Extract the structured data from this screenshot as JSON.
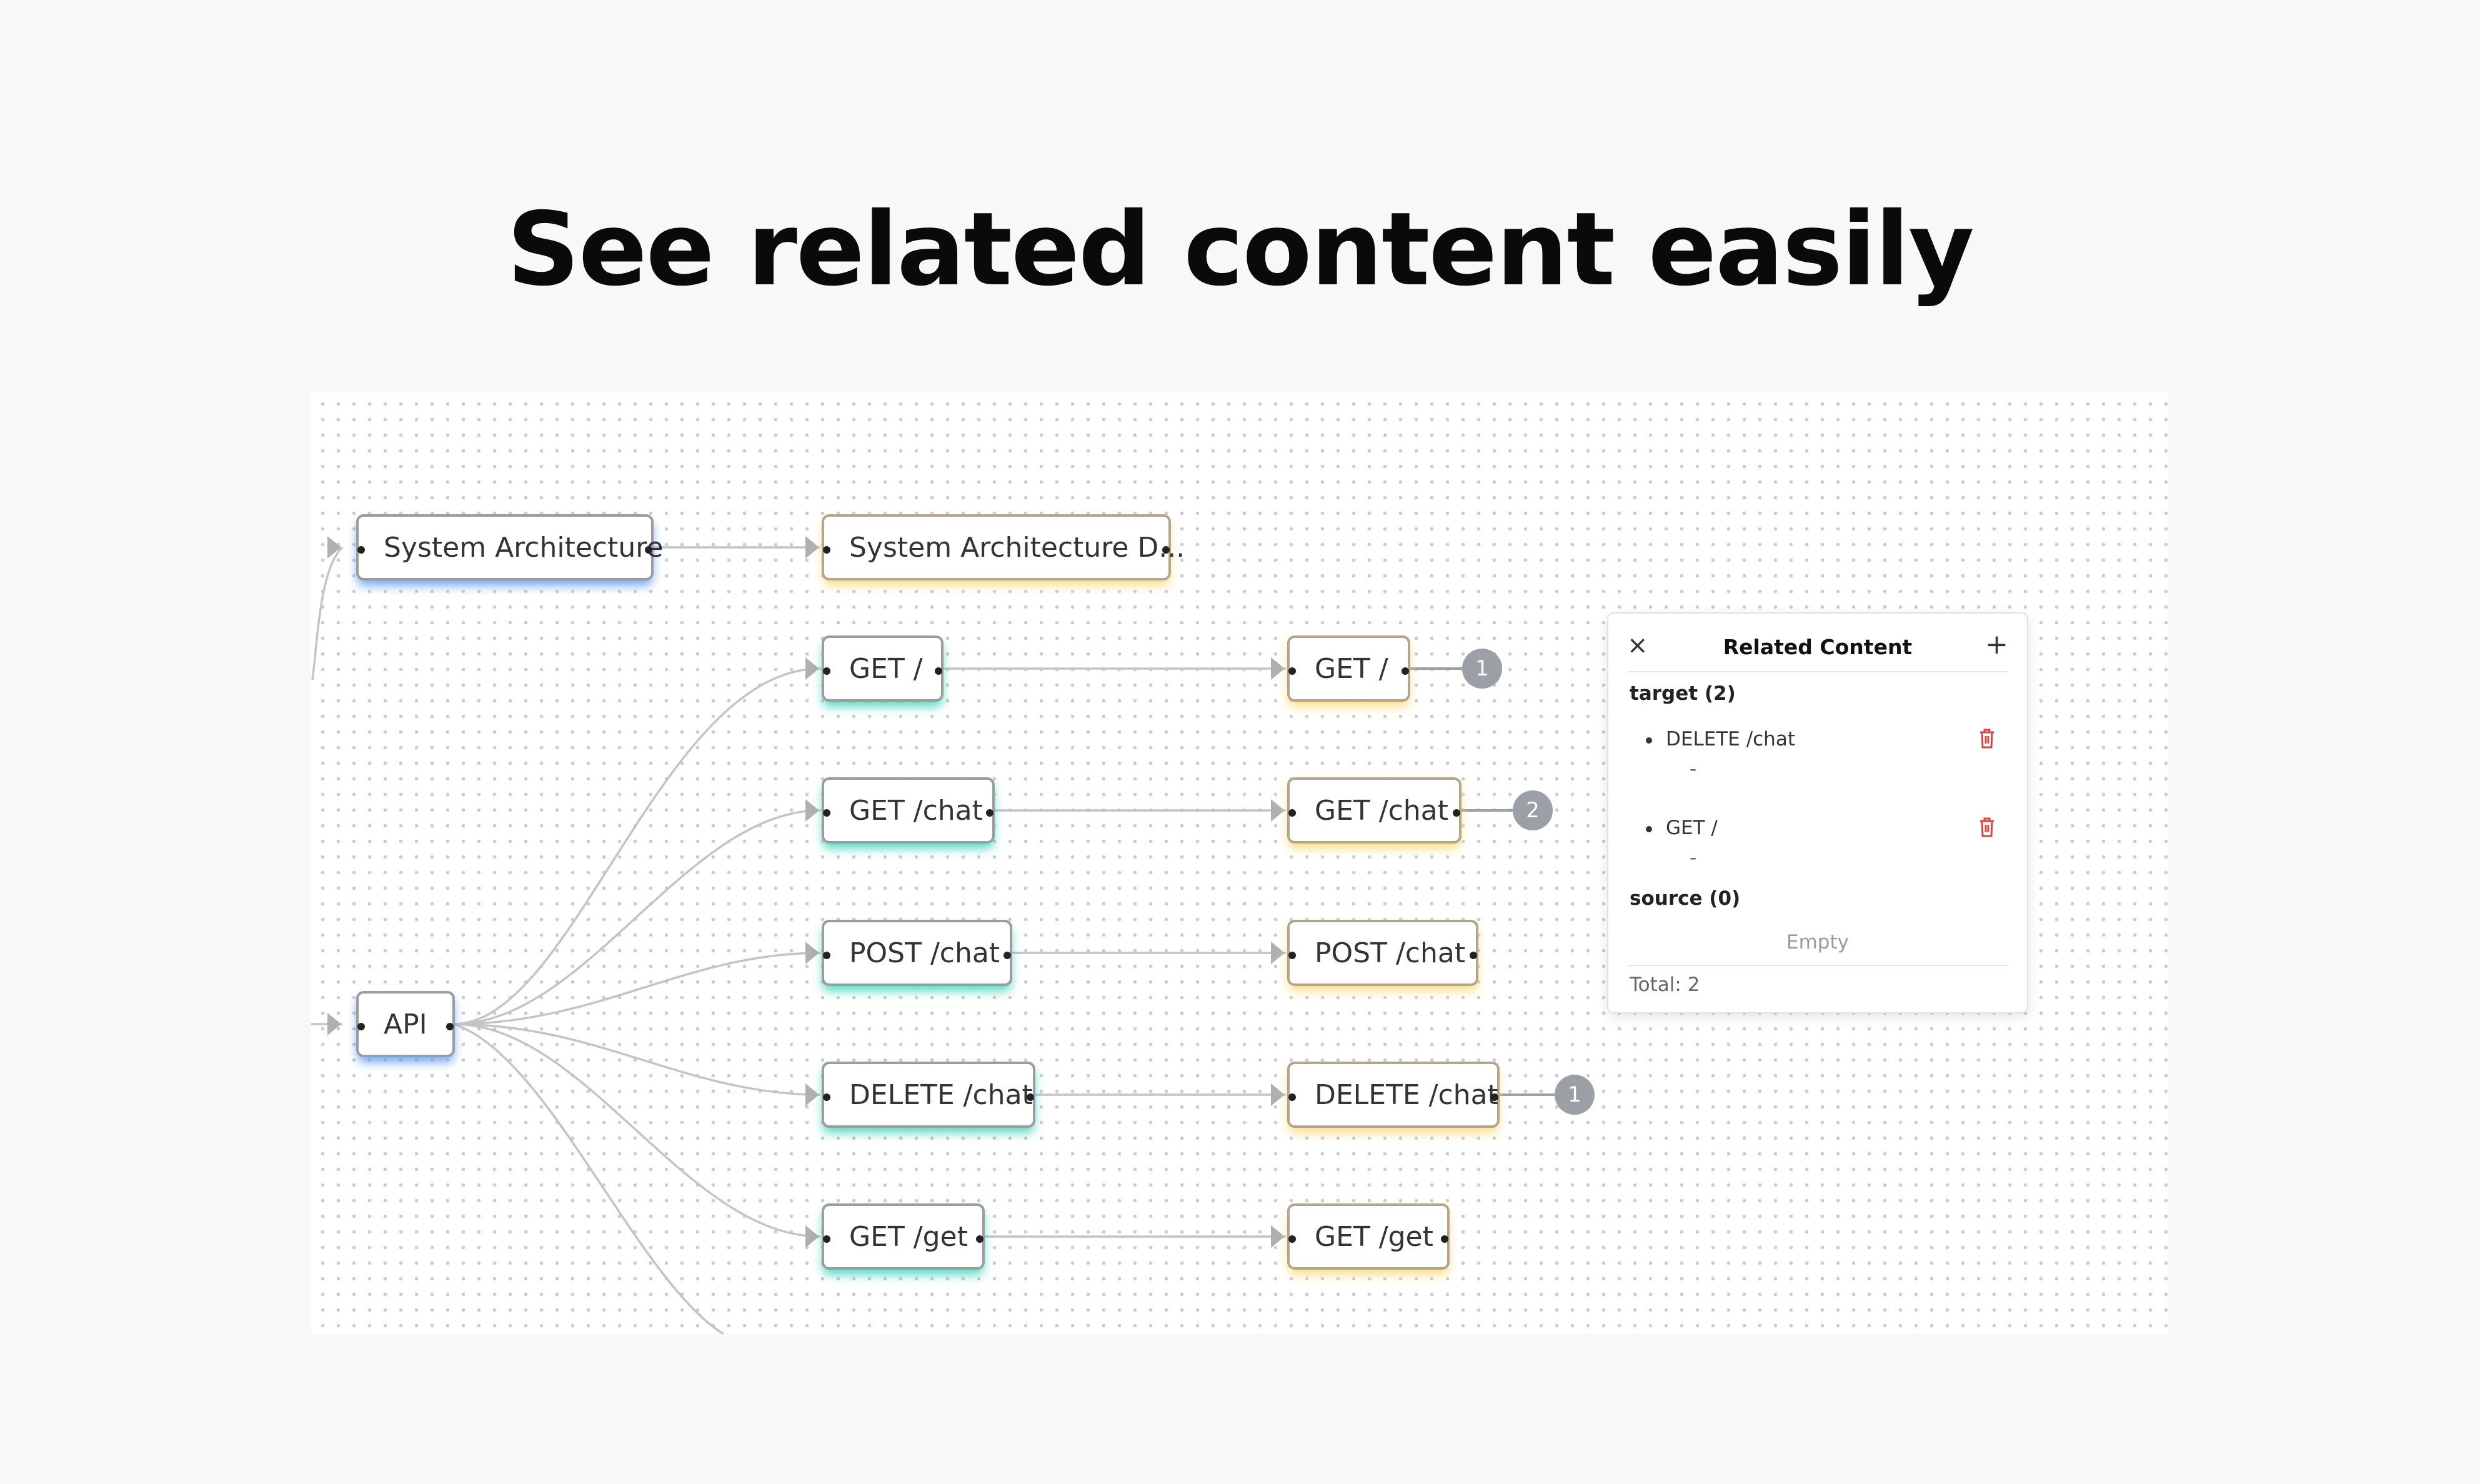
{
  "headline": "See related content easily",
  "nodes": {
    "system_architecture": "System Architecture",
    "system_architecture_doc": "System Architecture D...",
    "api": "API",
    "get_root": "GET /",
    "get_chat": "GET /chat",
    "post_chat": "POST /chat",
    "delete_chat": "DELETE /chat",
    "get_get": "GET /get",
    "get_root_target": "GET /",
    "get_chat_target": "GET /chat",
    "post_chat_target": "POST /chat",
    "delete_chat_target": "DELETE /chat",
    "get_get_target": "GET /get"
  },
  "badges": {
    "get_root": "1",
    "get_chat": "2",
    "delete_chat": "1"
  },
  "panel": {
    "close_icon": "×",
    "title": "Related Content",
    "add_icon": "+",
    "target_heading": "target (2)",
    "targets": [
      {
        "label": "DELETE /chat",
        "desc": "-"
      },
      {
        "label": "GET /",
        "desc": "-"
      }
    ],
    "source_heading": "source (0)",
    "source_empty": "Empty",
    "total": "Total: 2"
  },
  "colors": {
    "blue_glow": "#5b96f0",
    "teal_glow": "#36d2b9",
    "amber_glow": "#fadc78",
    "trash": "#d64545",
    "badge": "#9aa0a6"
  }
}
